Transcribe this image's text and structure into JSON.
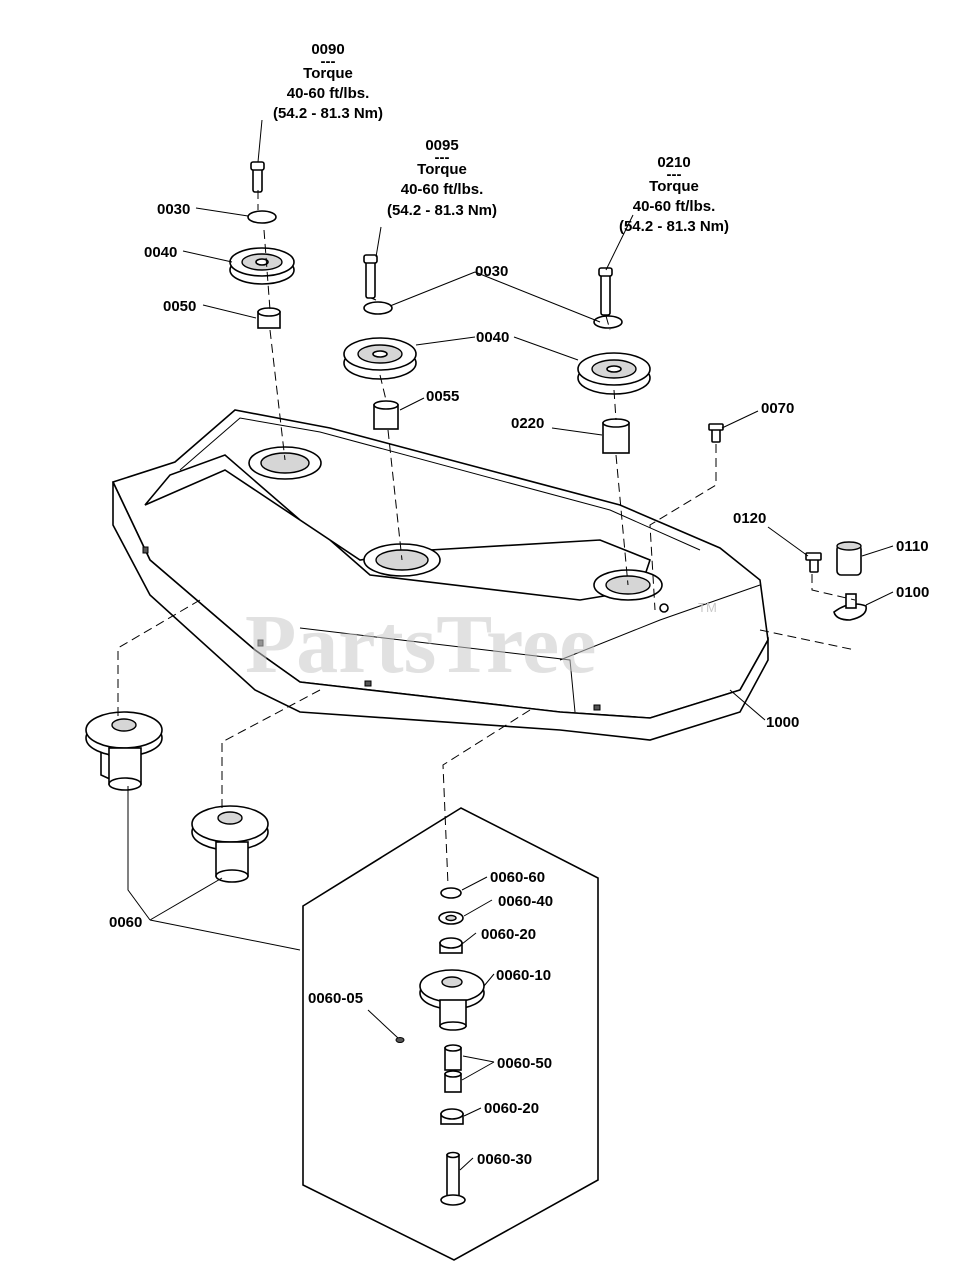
{
  "callouts": {
    "c0090": {
      "part": "0090",
      "sep": "---",
      "line1": "Torque",
      "line2": "40-60 ft/lbs.",
      "line3": "(54.2 - 81.3 Nm)"
    },
    "c0095": {
      "part": "0095",
      "sep": "---",
      "line1": "Torque",
      "line2": "40-60 ft/lbs.",
      "line3": "(54.2 - 81.3 Nm)"
    },
    "c0210": {
      "part": "0210",
      "sep": "---",
      "line1": "Torque",
      "line2": "40-60 ft/lbs.",
      "line3": "(54.2 - 81.3 Nm)"
    }
  },
  "labels": {
    "p0030a": "0030",
    "p0040a": "0040",
    "p0050": "0050",
    "p0030b": "0030",
    "p0040b": "0040",
    "p0055": "0055",
    "p0220": "0220",
    "p0070": "0070",
    "p0120": "0120",
    "p0110": "0110",
    "p0100": "0100",
    "p1000": "1000",
    "p0060": "0060",
    "p0060_60": "0060-60",
    "p0060_40": "0060-40",
    "p0060_20a": "0060-20",
    "p0060_10": "0060-10",
    "p0060_05": "0060-05",
    "p0060_50": "0060-50",
    "p0060_20b": "0060-20",
    "p0060_30": "0060-30"
  },
  "watermark": {
    "text": "PartsTree",
    "tm": "TM"
  }
}
